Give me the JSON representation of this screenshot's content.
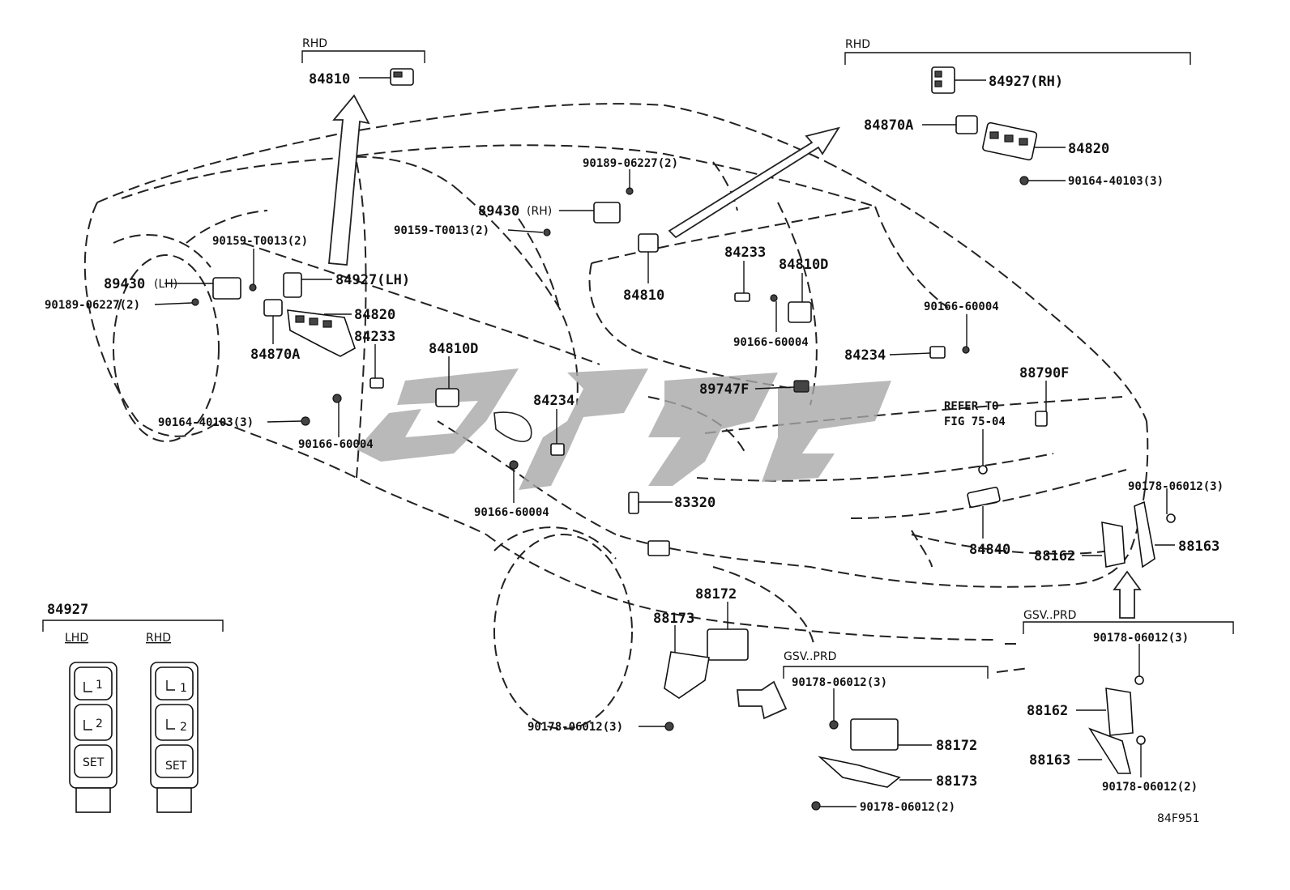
{
  "title_regions": {
    "rhd_top_left": "RHD",
    "rhd_top_right": "RHD",
    "gsv_prd_middle": "GSV..PRD",
    "gsv_prd_right": "GSV..PRD"
  },
  "callouts": {
    "p84810_top": "84810",
    "p84927_rh": "84927(RH)",
    "p84870a_top": "84870A",
    "p84820_top": "84820",
    "p90164_top": "90164-40103(3)",
    "p90189_mid": "90189-06227(2)",
    "p89430_rh": "89430",
    "p89430_rh_suffix": "(RH)",
    "p90159_mid": "90159-T0013(2)",
    "p84810_mid": "84810",
    "p84233_mid": "84233",
    "p84810d_right": "84810D",
    "p90166_mid_right": "90166-60004",
    "p90166_right": "90166-60004",
    "p84234_right": "84234",
    "p89747f": "89747F",
    "p88790f": "88790F",
    "refer_line1": "REFER TO",
    "refer_line2": "FIG 75-04",
    "p90159_left": "90159-T0013(2)",
    "p89430_lh": "89430",
    "p89430_lh_suffix": "(LH)",
    "p84927_lh": "84927(LH)",
    "p90189_left": "90189-06227(2)",
    "p84820_left": "84820",
    "p84870a_left": "84870A",
    "p84233_left": "84233",
    "p84810d_left": "84810D",
    "p90164_left": "90164-40103(3)",
    "p90166_left": "90166-60004",
    "p84234_mid": "84234",
    "p90166_bottom": "90166-60004",
    "p83320": "83320",
    "p90178_right_top": "90178-06012(3)",
    "p84840": "84840",
    "p88162_right": "88162",
    "p88163_right": "88163",
    "p88172_mid": "88172",
    "p88173_mid": "88173",
    "p90178_mid_bottom": "90178-06012(3)",
    "p90178_gsv_mid": "90178-06012(3)",
    "p88172_gsv": "88172",
    "p88173_gsv": "88173",
    "p90178_gsv_mid_bottom": "90178-06012(2)",
    "p90178_gsv_right": "90178-06012(3)",
    "p88162_gsv": "88162",
    "p88163_gsv": "88163",
    "p90178_gsv_right_bottom": "90178-06012(2)"
  },
  "inset": {
    "part_no": "84927",
    "lhd": "LHD",
    "rhd": "RHD",
    "btn1": "1",
    "btn2": "2",
    "btn_set": "SET"
  },
  "figure_code": "84F951"
}
